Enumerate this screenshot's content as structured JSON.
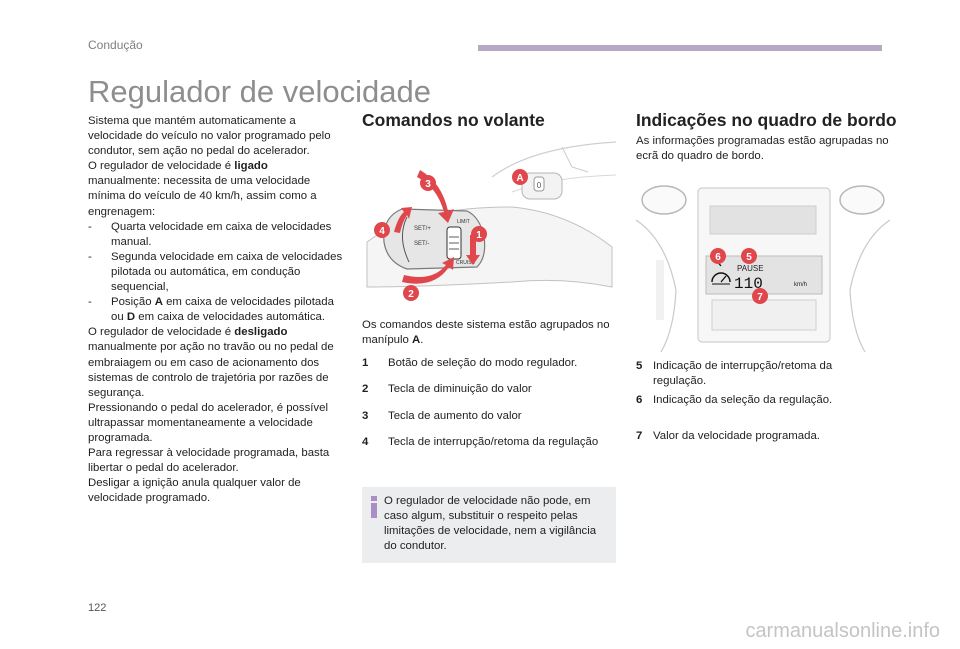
{
  "header": {
    "section": "Condução",
    "bar_color": "#b7a9c3"
  },
  "title": "Regulador de velocidade",
  "left_column": {
    "p1": "Sistema que mantém automaticamente a velocidade do veículo no valor programado pelo condutor, sem ação no pedal do acelerador.",
    "p2_prefix": "O regulador de velocidade é ",
    "p2_bold": "ligado",
    "p3": "manualmente: necessita de uma velocidade mínima do veículo de 40 km/h, assim como a engrenagem:",
    "dash": "-",
    "li1": "Quarta velocidade em caixa de velocidades manual.",
    "li2": "Segunda velocidade em caixa de velocidades pilotada ou automática, em condução sequencial,",
    "li3_a": "Posição ",
    "li3_b": "A",
    "li3_c": " em caixa de velocidades pilotada ou ",
    "li3_d": "D",
    "li3_e": " em caixa de velocidades automática.",
    "p4_prefix": "O regulador de velocidade é ",
    "p4_bold": "desligado",
    "p5": "manualmente por ação no travão ou no pedal de embraiagem ou em caso de acionamento dos sistemas de controlo de trajetória por razões de segurança.",
    "p6": "Pressionando o pedal do acelerador, é possível ultrapassar momentaneamente a velocidade programada.",
    "p7": "Para regressar à velocidade programada, basta libertar o pedal do acelerador.",
    "p8": "Desligar a ignição anula qualquer valor de velocidade programado."
  },
  "middle_column": {
    "heading": "Comandos no volante",
    "figure": {
      "label_A": "A",
      "label_1": "1",
      "label_2": "2",
      "label_3": "3",
      "label_4": "4",
      "set_plus": "SET/+",
      "set_minus": "SET/-",
      "limit": "LIMIT",
      "cruise": "CRUISE",
      "zero": "0"
    },
    "intro_a": "Os comandos deste sistema estão agrupados no manípulo ",
    "intro_b": "A",
    "intro_c": ".",
    "items": [
      {
        "num": "1",
        "text": "Botão de seleção do modo regulador."
      },
      {
        "num": "2",
        "text": "Tecla de diminuição do valor"
      },
      {
        "num": "3",
        "text": "Tecla de aumento do valor"
      },
      {
        "num": "4",
        "text": "Tecla de interrupção/retoma da regulação"
      }
    ],
    "note": "O regulador de velocidade não pode, em caso algum, substituir o respeito pelas limitações de velocidade, nem a vigilância do condutor."
  },
  "right_column": {
    "heading": "Indicações no quadro de bordo",
    "intro": "As informações programadas estão agrupadas no ecrã do quadro de bordo.",
    "figure": {
      "pause": "PAUSE",
      "speed": "110",
      "unit": "km/h",
      "label_5": "5",
      "label_6": "6",
      "label_7": "7"
    },
    "items": [
      {
        "num": "5",
        "text": "Indicação de interrupção/retoma da regulação."
      },
      {
        "num": "6",
        "text": "Indicação da seleção da regulação."
      },
      {
        "num": "7",
        "text": "Valor da velocidade programada."
      }
    ]
  },
  "page_number": "122",
  "watermark": "carmanualsonline.info",
  "colors": {
    "accent": "#e0474c",
    "note_bg": "#ecedee",
    "info_icon": "#a98fc4",
    "title": "#8e8e8e"
  }
}
